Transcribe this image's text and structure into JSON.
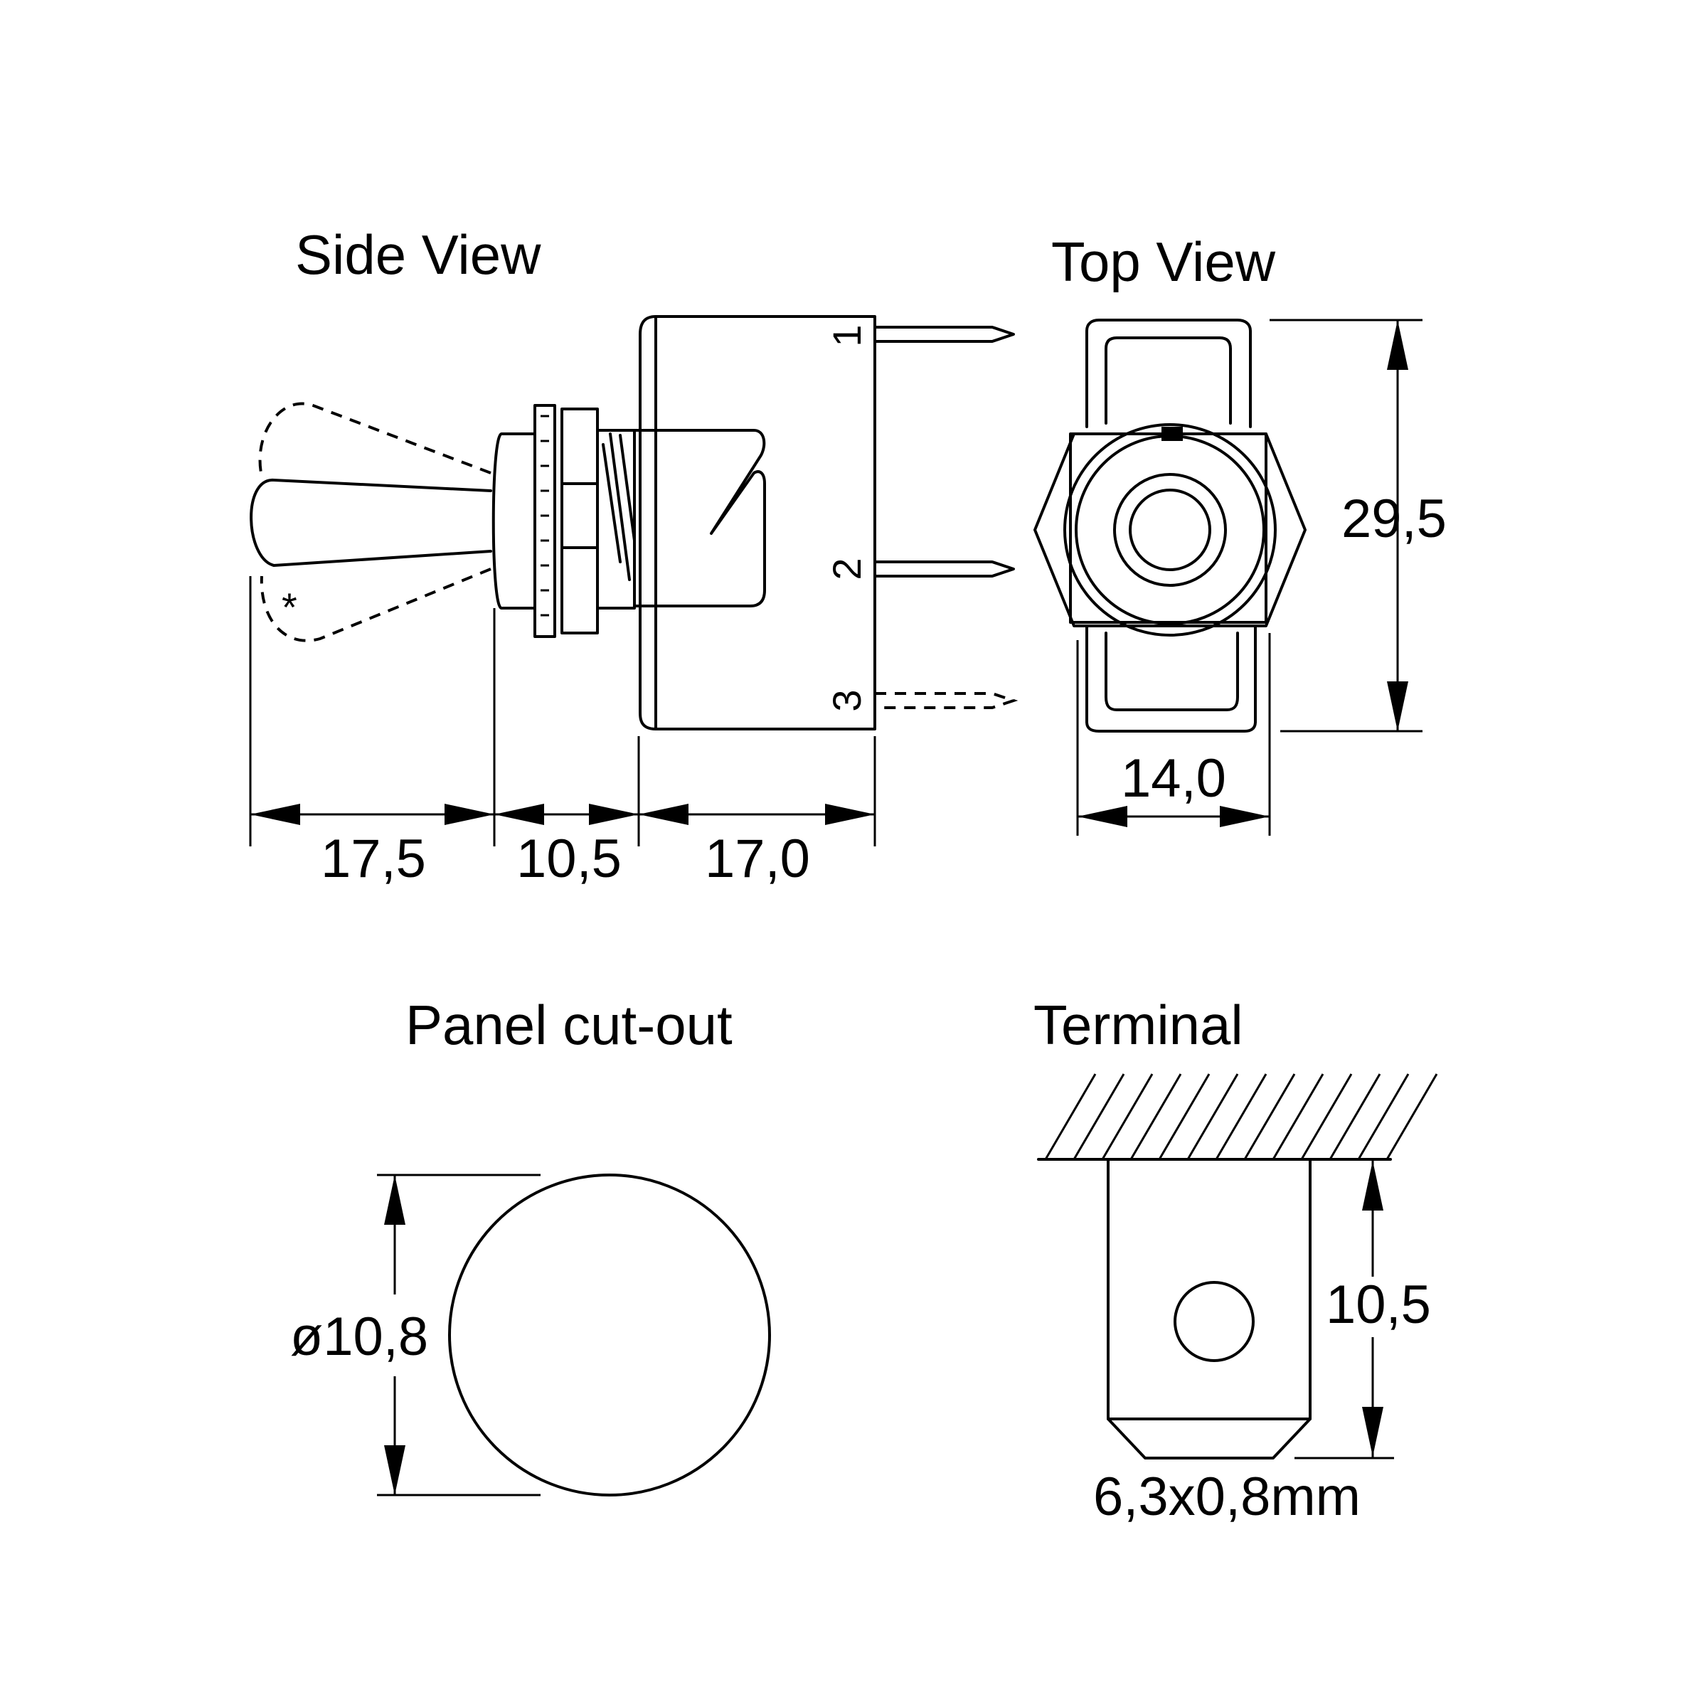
{
  "views": {
    "side": "Side View",
    "top": "Top View",
    "panel": "Panel cut-out",
    "terminal": "Terminal"
  },
  "dimensions": {
    "side_handle": "17,5",
    "side_bushing": "10,5",
    "side_body": "17,0",
    "top_height": "29,5",
    "top_width": "14,0",
    "panel_diameter": "ø10,8",
    "terminal_length": "10,5",
    "terminal_size": "6,3x0,8mm"
  },
  "pins": [
    "1",
    "2",
    "3"
  ],
  "marker": "*",
  "colors": {
    "stroke": "#000000",
    "background": "#ffffff"
  }
}
